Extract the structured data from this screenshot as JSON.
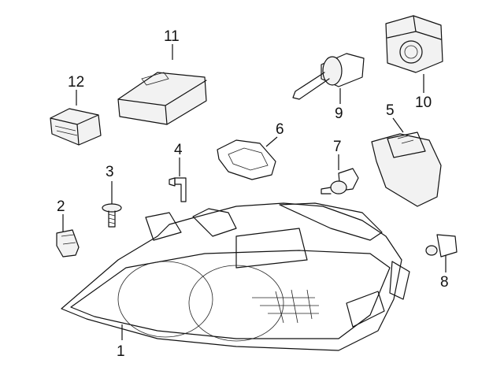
{
  "callouts": [
    {
      "id": "1",
      "text": "1"
    },
    {
      "id": "2",
      "text": "2"
    },
    {
      "id": "3",
      "text": "3"
    },
    {
      "id": "4",
      "text": "4"
    },
    {
      "id": "5",
      "text": "5"
    },
    {
      "id": "6",
      "text": "6"
    },
    {
      "id": "7",
      "text": "7"
    },
    {
      "id": "8",
      "text": "8"
    },
    {
      "id": "9",
      "text": "9"
    },
    {
      "id": "10",
      "text": "10"
    },
    {
      "id": "11",
      "text": "11"
    },
    {
      "id": "12",
      "text": "12"
    }
  ],
  "colors": {
    "line": "#111111",
    "background": "#ffffff",
    "part_fill": "#f2f2f2"
  }
}
